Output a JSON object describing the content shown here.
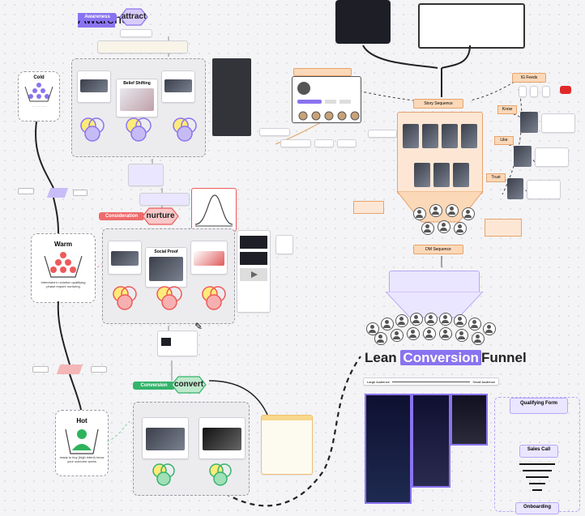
{
  "stages": {
    "attract": {
      "label": "attract",
      "tag": "Awareness",
      "tag_color": "#8a73f0",
      "fill": "#d7ccfb"
    },
    "nurture": {
      "label": "nurture",
      "tag": "Consideration",
      "tag_color": "#ee6b6b",
      "fill": "#f9c8c8"
    },
    "convert": {
      "label": "convert",
      "tag": "Conversion",
      "tag_color": "#34b36b",
      "fill": "#bfe9cd"
    }
  },
  "sub_labels": {
    "belief_shifting": "Belief Shifting",
    "social_proof": "Social Proof"
  },
  "temperature": {
    "cold": {
      "title": "Cold",
      "color": "#8a73f0"
    },
    "warm": {
      "title": "Warm",
      "color": "#ee5a5a",
      "desc": "Interested in solution qualifying phase require nurturing"
    },
    "hot": {
      "title": "Hot",
      "color": "#2fb35a",
      "desc": "ready to buy (high intent) know your outcome works"
    }
  },
  "funnel": {
    "title_before": "Lean",
    "title_highlight": "Conversion",
    "title_after": "Funnel",
    "large_audience": "Large Audience",
    "small_audience": "Small Audience",
    "qualifying_form": "Qualifying Form",
    "sales_call": "Sales Call",
    "onboarding": "Onboarding"
  },
  "right_labels": {
    "story_sequence": "Story Sequence",
    "dm_sequence": "DM Sequence",
    "ig_feeds": "IG Feeds",
    "know": "Know",
    "like": "Like",
    "trust": "Trust"
  },
  "colors": {
    "purple": "#8a73f0",
    "red": "#ee5a5a",
    "green": "#34b36b",
    "orange": "#f2a86e",
    "yellow": "#f6e35b"
  }
}
